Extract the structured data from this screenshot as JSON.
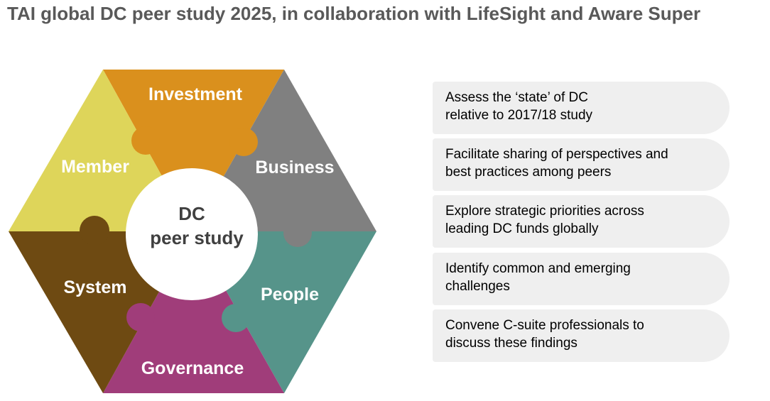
{
  "title": "TAI global DC peer study 2025, in collaboration with LifeSight and Aware Super",
  "diagram": {
    "center": {
      "line1": "DC",
      "line2": "peer study"
    },
    "segments": [
      {
        "label": "Investment",
        "color": "#DA901D"
      },
      {
        "label": "Business",
        "color": "#808080"
      },
      {
        "label": "People",
        "color": "#56948A"
      },
      {
        "label": "Governance",
        "color": "#A03D7A"
      },
      {
        "label": "System",
        "color": "#6E4A12"
      },
      {
        "label": "Member",
        "color": "#DED55A"
      }
    ]
  },
  "objectives": [
    {
      "line1": "Assess the ‘state’ of DC",
      "line2": "relative to 2017/18 study"
    },
    {
      "line1": "Facilitate sharing of perspectives and",
      "line2": "best practices among peers"
    },
    {
      "line1": "Explore strategic priorities across",
      "line2": "leading DC funds globally"
    },
    {
      "line1": "Identify common and emerging",
      "line2": "challenges"
    },
    {
      "line1": "Convene C-suite professionals to",
      "line2": "discuss these findings"
    }
  ]
}
